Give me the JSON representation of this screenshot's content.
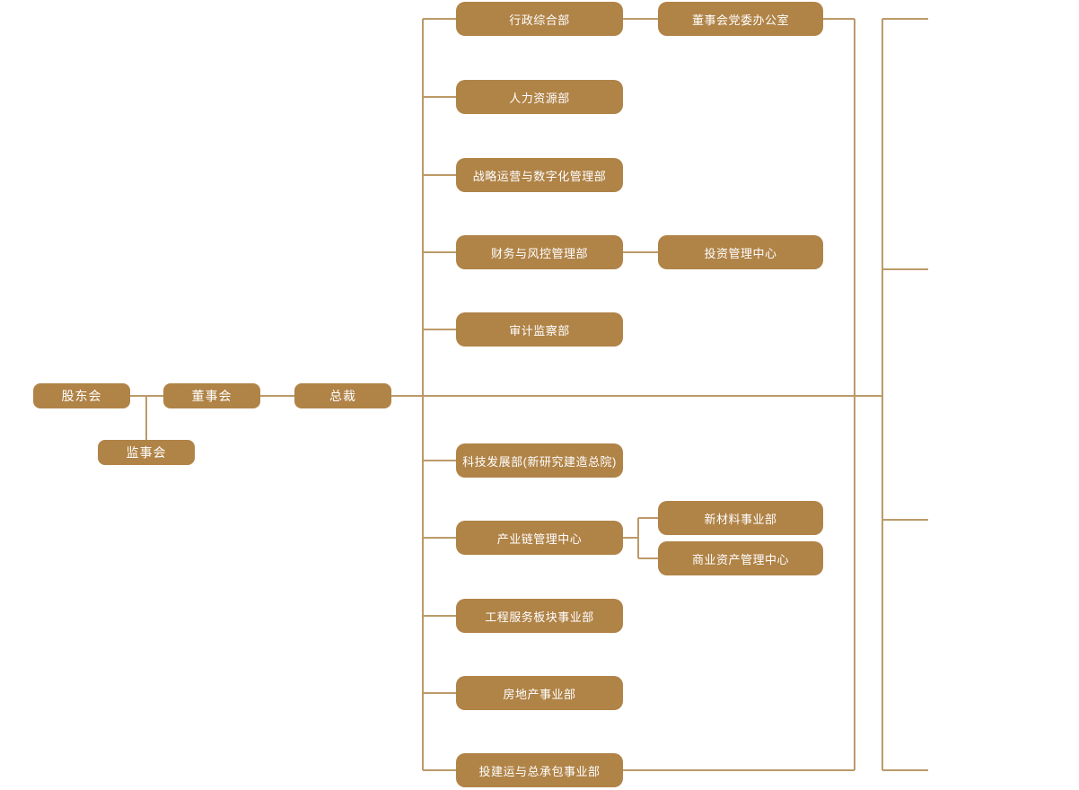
{
  "colors": {
    "node_fill": "#b08347",
    "connector": "#bb9a68",
    "node_text": "#ffffff",
    "page_bg": "#ffffff"
  },
  "governance": {
    "shareholders": "股东会",
    "supervisory_board": "监事会",
    "board_of_directors": "董事会",
    "president": "总裁"
  },
  "departments": [
    {
      "label": "行政综合部"
    },
    {
      "label": "人力资源部"
    },
    {
      "label": "战略运营与数字化管理部"
    },
    {
      "label": "财务与风控管理部"
    },
    {
      "label": "审计监察部"
    },
    {
      "label": "科技发展部(新研究建造总院)"
    },
    {
      "label": "产业链管理中心"
    },
    {
      "label": "工程服务板块事业部"
    },
    {
      "label": "房地产事业部"
    },
    {
      "label": "投建运与总承包事业部"
    }
  ],
  "sub_departments": [
    {
      "label": "董事会党委办公室",
      "parent": "行政综合部"
    },
    {
      "label": "投资管理中心",
      "parent": "财务与风控管理部"
    },
    {
      "label": "新材料事业部",
      "parent": "产业链管理中心"
    },
    {
      "label": "商业资产管理中心",
      "parent": "产业链管理中心"
    }
  ]
}
